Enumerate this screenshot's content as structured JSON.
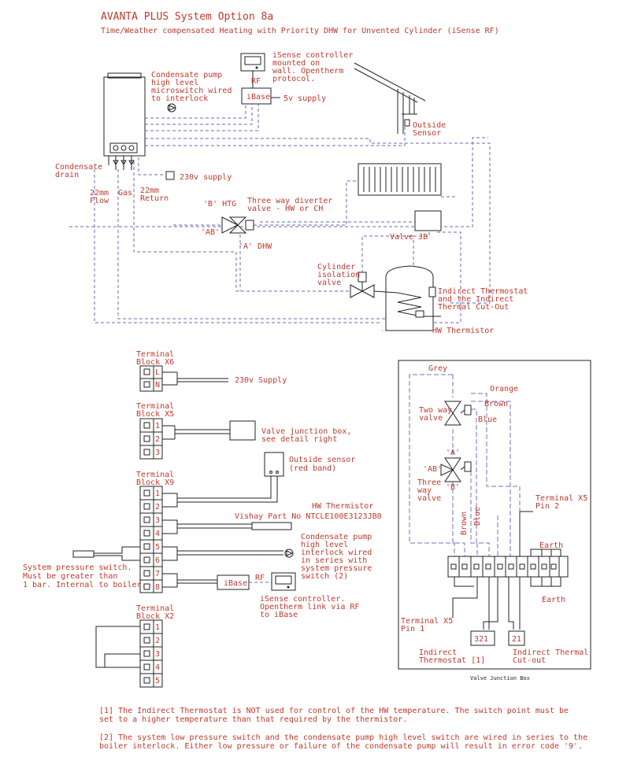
{
  "title": "AVANTA PLUS System Option 8a",
  "subtitle": "Time/Weather compensated Heating with Priority DHW for Unvented Cylinder (iSense RF)",
  "upper": {
    "isense_note": [
      "iSense controller",
      "mounted on",
      "wall. Opentherm",
      "protocol."
    ],
    "rf": "RF",
    "ibase": "iBase",
    "supply_5v": "5v supply",
    "outside_sensor": [
      "Outside",
      "Sensor"
    ],
    "condensate_pump": [
      "Condensate pump",
      "high level",
      "microswitch wired",
      "to interlock"
    ],
    "condensate_drain": [
      "Condensate",
      "drain"
    ],
    "flow": [
      "22mm",
      "Flow"
    ],
    "gas": "Gas",
    "return": [
      "22mm",
      "Return"
    ],
    "supply_230": "230v supply",
    "b_htg": "'B' HTG",
    "ab": "'AB'",
    "a_dhw": "'A' DHW",
    "diverter": [
      "Three way diverter",
      "valve - HW or CH"
    ],
    "valve_jb": "Valve JB",
    "cyl_isolation": [
      "Cylinder",
      "isolation",
      "valve"
    ],
    "indirect_thermo": [
      "Indirect Thermostat",
      "and the Indirect",
      "Thermal Cut-Out"
    ],
    "hw_thermistor": "HW Thermistor"
  },
  "terminals": {
    "x6": [
      "Terminal",
      "Block X6"
    ],
    "x6_pins": [
      "L",
      "N"
    ],
    "supply_230": "230v Supply",
    "x5": [
      "Terminal",
      "Block X5"
    ],
    "x5_pins": [
      "1",
      "2",
      "3"
    ],
    "valve_jb_note": [
      "Valve junction box,",
      "see detail right"
    ],
    "outside_sensor": [
      "Outside sensor",
      "(red band)"
    ],
    "x9": [
      "Terminal",
      "Block X9"
    ],
    "x9_pins": [
      "1",
      "2",
      "3",
      "4",
      "5",
      "6",
      "7",
      "8"
    ],
    "hw_thermistor": "HW Thermistor",
    "vishay": "Vishay Part No NTCLE100E3123JB0",
    "cond_pump": [
      "Condensate pump",
      "high level",
      "interlock wired",
      "in series with",
      "system pressure",
      "switch (2)"
    ],
    "pressure_switch": [
      "System pressure switch.",
      "Must be greater than",
      "1 bar. Internal to boiler."
    ],
    "ibase": "iBase",
    "rf": "RF",
    "isense": [
      "iSense controller.",
      "Opentherm link via RF",
      "to iBase"
    ],
    "x2": [
      "Terminal",
      "Block X2"
    ],
    "x2_pins": [
      "1",
      "2",
      "3",
      "4",
      "5"
    ]
  },
  "jb": {
    "grey": "Grey",
    "orange": "Orange",
    "brown": "Brown",
    "blue": "Blue",
    "two_way": [
      "Two way",
      "valve"
    ],
    "a": "'A'",
    "ab": "'AB'",
    "b": "'B'",
    "three_way": [
      "Three",
      "way",
      "valve"
    ],
    "brown_v": "Brown",
    "blue_v": "Blue",
    "terminal_x5_pin2": [
      "Terminal X5",
      "Pin 2"
    ],
    "earth_top": "Earth",
    "earth_bottom": "Earth",
    "terminal_x5_pin1": [
      "Terminal X5",
      "Pin 1"
    ],
    "block_321": "321",
    "block_21": "21",
    "indirect_thermostat": [
      "Indirect",
      "Thermostat [1]"
    ],
    "indirect_thermal": [
      "Indirect Thermal",
      "Cut-out"
    ],
    "caption": "Valve Junction Box"
  },
  "notes": [
    "[1] The Indirect Thermostat is NOT used for control of the HW temperature. The switch point must be",
    "set to a higher temperature than that required by the thermistor.",
    "[2] The system low pressure switch and the condensate pump high level switch are wired in series to the",
    "boiler interlock. Either low pressure or failure of the condensate pump will result in error code '9'."
  ]
}
